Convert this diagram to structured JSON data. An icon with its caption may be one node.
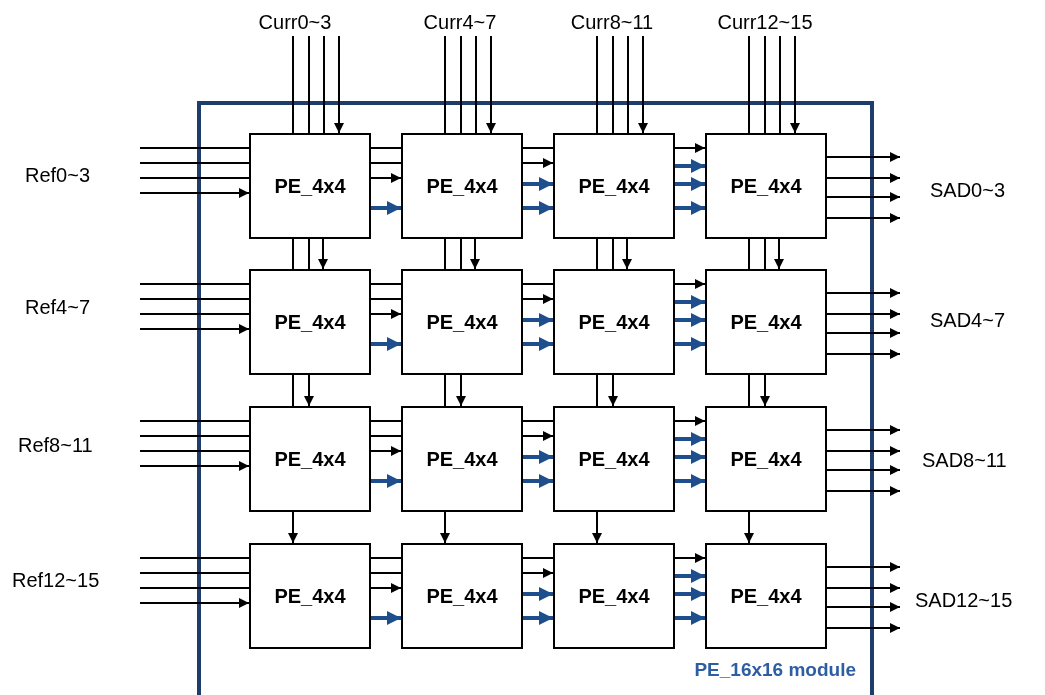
{
  "diagram": {
    "nodes": [
      {
        "text": [
          "PE_16x16 module"
        ]
      },
      {
        "text": [
          "PE_4x4"
        ],
        "in": 0
      },
      {
        "text": [
          "PE_4x4"
        ],
        "in": 0
      },
      {
        "text": [
          "PE_4x4"
        ],
        "in": 0
      },
      {
        "text": [
          "PE_4x4"
        ],
        "in": 0
      },
      {
        "text": [
          "PE_4x4"
        ],
        "in": 0
      },
      {
        "text": [
          "PE_4x4"
        ],
        "in": 0
      },
      {
        "text": [
          "PE_4x4"
        ],
        "in": 0
      },
      {
        "text": [
          "PE_4x4"
        ],
        "in": 0
      },
      {
        "text": [
          "PE_4x4"
        ],
        "in": 0
      },
      {
        "text": [
          "PE_4x4"
        ],
        "in": 0
      },
      {
        "text": [
          "PE_4x4"
        ],
        "in": 0
      },
      {
        "text": [
          "PE_4x4"
        ],
        "in": 0
      },
      {
        "text": [
          "PE_4x4"
        ],
        "in": 0
      },
      {
        "text": [
          "PE_4x4"
        ],
        "in": 0
      },
      {
        "text": [
          "PE_4x4"
        ],
        "in": 0
      },
      {
        "text": [
          "PE_4x4"
        ],
        "in": 0
      },
      {
        "text": [
          "Curr0~3"
        ]
      },
      {
        "text": [
          "Curr4~7"
        ]
      },
      {
        "text": [
          "Curr8~11"
        ]
      },
      {
        "text": [
          "Curr12~15"
        ]
      },
      {
        "text": [
          "Ref0~3"
        ]
      },
      {
        "text": [
          "Ref4~7"
        ]
      },
      {
        "text": [
          "Ref8~11"
        ]
      },
      {
        "text": [
          "Ref12~15"
        ]
      },
      {
        "text": [
          "SAD0~3"
        ]
      },
      {
        "text": [
          "SAD4~7"
        ]
      },
      {
        "text": [
          "SAD8~11"
        ]
      },
      {
        "text": [
          "SAD12~15"
        ]
      }
    ],
    "edges": [
      {
        "from": 17,
        "to": 1,
        "arrow": "none"
      },
      {
        "from": 17,
        "to": 1,
        "arrow": "none"
      },
      {
        "from": 17,
        "to": 1,
        "arrow": "none"
      },
      {
        "from": 17,
        "to": 1,
        "arrow": "to"
      },
      {
        "from": 18,
        "to": 2,
        "arrow": "none"
      },
      {
        "from": 18,
        "to": 2,
        "arrow": "none"
      },
      {
        "from": 18,
        "to": 2,
        "arrow": "none"
      },
      {
        "from": 18,
        "to": 2,
        "arrow": "to"
      },
      {
        "from": 19,
        "to": 3,
        "arrow": "none"
      },
      {
        "from": 19,
        "to": 3,
        "arrow": "none"
      },
      {
        "from": 19,
        "to": 3,
        "arrow": "none"
      },
      {
        "from": 19,
        "to": 3,
        "arrow": "to"
      },
      {
        "from": 20,
        "to": 4,
        "arrow": "none"
      },
      {
        "from": 20,
        "to": 4,
        "arrow": "none"
      },
      {
        "from": 20,
        "to": 4,
        "arrow": "none"
      },
      {
        "from": 20,
        "to": 4,
        "arrow": "to"
      },
      {
        "from": 21,
        "to": 1,
        "arrow": "none"
      },
      {
        "from": 21,
        "to": 1,
        "arrow": "none"
      },
      {
        "from": 21,
        "to": 1,
        "arrow": "none"
      },
      {
        "from": 21,
        "to": 1,
        "arrow": "to"
      },
      {
        "from": 22,
        "to": 5,
        "arrow": "none"
      },
      {
        "from": 22,
        "to": 5,
        "arrow": "none"
      },
      {
        "from": 22,
        "to": 5,
        "arrow": "none"
      },
      {
        "from": 22,
        "to": 5,
        "arrow": "to"
      },
      {
        "from": 23,
        "to": 9,
        "arrow": "none"
      },
      {
        "from": 23,
        "to": 9,
        "arrow": "none"
      },
      {
        "from": 23,
        "to": 9,
        "arrow": "none"
      },
      {
        "from": 23,
        "to": 9,
        "arrow": "to"
      },
      {
        "from": 24,
        "to": 13,
        "arrow": "none"
      },
      {
        "from": 24,
        "to": 13,
        "arrow": "none"
      },
      {
        "from": 24,
        "to": 13,
        "arrow": "none"
      },
      {
        "from": 24,
        "to": 13,
        "arrow": "to"
      },
      {
        "from": 1,
        "to": 5,
        "arrow": "none"
      },
      {
        "from": 1,
        "to": 5,
        "arrow": "none"
      },
      {
        "from": 1,
        "to": 5,
        "arrow": "to"
      },
      {
        "from": 5,
        "to": 9,
        "arrow": "none"
      },
      {
        "from": 5,
        "to": 9,
        "arrow": "to"
      },
      {
        "from": 9,
        "to": 13,
        "arrow": "to"
      },
      {
        "from": 2,
        "to": 6,
        "arrow": "none"
      },
      {
        "from": 2,
        "to": 6,
        "arrow": "none"
      },
      {
        "from": 2,
        "to": 6,
        "arrow": "to"
      },
      {
        "from": 6,
        "to": 10,
        "arrow": "none"
      },
      {
        "from": 6,
        "to": 10,
        "arrow": "to"
      },
      {
        "from": 10,
        "to": 14,
        "arrow": "to"
      },
      {
        "from": 3,
        "to": 7,
        "arrow": "none"
      },
      {
        "from": 3,
        "to": 7,
        "arrow": "none"
      },
      {
        "from": 3,
        "to": 7,
        "arrow": "to"
      },
      {
        "from": 7,
        "to": 11,
        "arrow": "none"
      },
      {
        "from": 7,
        "to": 11,
        "arrow": "to"
      },
      {
        "from": 11,
        "to": 15,
        "arrow": "to"
      },
      {
        "from": 4,
        "to": 8,
        "arrow": "none"
      },
      {
        "from": 4,
        "to": 8,
        "arrow": "none"
      },
      {
        "from": 4,
        "to": 8,
        "arrow": "to"
      },
      {
        "from": 8,
        "to": 12,
        "arrow": "none"
      },
      {
        "from": 8,
        "to": 12,
        "arrow": "to"
      },
      {
        "from": 12,
        "to": 16,
        "arrow": "to"
      },
      {
        "from": 1,
        "to": 2,
        "arrow": "none"
      },
      {
        "from": 1,
        "to": 2,
        "arrow": "none"
      },
      {
        "from": 1,
        "to": 2,
        "arrow": "to"
      },
      {
        "from": 1,
        "to": 2,
        "arrow": "to",
        "style": "thick",
        "color": "#1f4e8c"
      },
      {
        "from": 2,
        "to": 3,
        "arrow": "none"
      },
      {
        "from": 2,
        "to": 3,
        "arrow": "to"
      },
      {
        "from": 2,
        "to": 3,
        "arrow": "to",
        "style": "thick",
        "color": "#1f4e8c"
      },
      {
        "from": 2,
        "to": 3,
        "arrow": "to",
        "style": "thick",
        "color": "#1f4e8c"
      },
      {
        "from": 3,
        "to": 4,
        "arrow": "to"
      },
      {
        "from": 3,
        "to": 4,
        "arrow": "to",
        "style": "thick",
        "color": "#1f4e8c"
      },
      {
        "from": 3,
        "to": 4,
        "arrow": "to",
        "style": "thick",
        "color": "#1f4e8c"
      },
      {
        "from": 3,
        "to": 4,
        "arrow": "to",
        "style": "thick",
        "color": "#1f4e8c"
      },
      {
        "from": 5,
        "to": 6,
        "arrow": "none"
      },
      {
        "from": 5,
        "to": 6,
        "arrow": "none"
      },
      {
        "from": 5,
        "to": 6,
        "arrow": "to"
      },
      {
        "from": 5,
        "to": 6,
        "arrow": "to",
        "style": "thick",
        "color": "#1f4e8c"
      },
      {
        "from": 6,
        "to": 7,
        "arrow": "none"
      },
      {
        "from": 6,
        "to": 7,
        "arrow": "to"
      },
      {
        "from": 6,
        "to": 7,
        "arrow": "to",
        "style": "thick",
        "color": "#1f4e8c"
      },
      {
        "from": 6,
        "to": 7,
        "arrow": "to",
        "style": "thick",
        "color": "#1f4e8c"
      },
      {
        "from": 7,
        "to": 8,
        "arrow": "to"
      },
      {
        "from": 7,
        "to": 8,
        "arrow": "to",
        "style": "thick",
        "color": "#1f4e8c"
      },
      {
        "from": 7,
        "to": 8,
        "arrow": "to",
        "style": "thick",
        "color": "#1f4e8c"
      },
      {
        "from": 7,
        "to": 8,
        "arrow": "to",
        "style": "thick",
        "color": "#1f4e8c"
      },
      {
        "from": 9,
        "to": 10,
        "arrow": "none"
      },
      {
        "from": 9,
        "to": 10,
        "arrow": "none"
      },
      {
        "from": 9,
        "to": 10,
        "arrow": "to"
      },
      {
        "from": 9,
        "to": 10,
        "arrow": "to",
        "style": "thick",
        "color": "#1f4e8c"
      },
      {
        "from": 10,
        "to": 11,
        "arrow": "none"
      },
      {
        "from": 10,
        "to": 11,
        "arrow": "to"
      },
      {
        "from": 10,
        "to": 11,
        "arrow": "to",
        "style": "thick",
        "color": "#1f4e8c"
      },
      {
        "from": 10,
        "to": 11,
        "arrow": "to",
        "style": "thick",
        "color": "#1f4e8c"
      },
      {
        "from": 11,
        "to": 12,
        "arrow": "to"
      },
      {
        "from": 11,
        "to": 12,
        "arrow": "to",
        "style": "thick",
        "color": "#1f4e8c"
      },
      {
        "from": 11,
        "to": 12,
        "arrow": "to",
        "style": "thick",
        "color": "#1f4e8c"
      },
      {
        "from": 11,
        "to": 12,
        "arrow": "to",
        "style": "thick",
        "color": "#1f4e8c"
      },
      {
        "from": 13,
        "to": 14,
        "arrow": "none"
      },
      {
        "from": 13,
        "to": 14,
        "arrow": "none"
      },
      {
        "from": 13,
        "to": 14,
        "arrow": "to"
      },
      {
        "from": 13,
        "to": 14,
        "arrow": "to",
        "style": "thick",
        "color": "#1f4e8c"
      },
      {
        "from": 14,
        "to": 15,
        "arrow": "none"
      },
      {
        "from": 14,
        "to": 15,
        "arrow": "to"
      },
      {
        "from": 14,
        "to": 15,
        "arrow": "to",
        "style": "thick",
        "color": "#1f4e8c"
      },
      {
        "from": 14,
        "to": 15,
        "arrow": "to",
        "style": "thick",
        "color": "#1f4e8c"
      },
      {
        "from": 15,
        "to": 16,
        "arrow": "to"
      },
      {
        "from": 15,
        "to": 16,
        "arrow": "to",
        "style": "thick",
        "color": "#1f4e8c"
      },
      {
        "from": 15,
        "to": 16,
        "arrow": "to",
        "style": "thick",
        "color": "#1f4e8c"
      },
      {
        "from": 15,
        "to": 16,
        "arrow": "to",
        "style": "thick",
        "color": "#1f4e8c"
      },
      {
        "from": 4,
        "to": 25,
        "arrow": "to"
      },
      {
        "from": 4,
        "to": 25,
        "arrow": "to"
      },
      {
        "from": 4,
        "to": 25,
        "arrow": "to"
      },
      {
        "from": 4,
        "to": 25,
        "arrow": "to"
      },
      {
        "from": 8,
        "to": 26,
        "arrow": "to"
      },
      {
        "from": 8,
        "to": 26,
        "arrow": "to"
      },
      {
        "from": 8,
        "to": 26,
        "arrow": "to"
      },
      {
        "from": 8,
        "to": 26,
        "arrow": "to"
      },
      {
        "from": 12,
        "to": 27,
        "arrow": "to"
      },
      {
        "from": 12,
        "to": 27,
        "arrow": "to"
      },
      {
        "from": 12,
        "to": 27,
        "arrow": "to"
      },
      {
        "from": 12,
        "to": 27,
        "arrow": "to"
      },
      {
        "from": 16,
        "to": 28,
        "arrow": "to"
      },
      {
        "from": 16,
        "to": 28,
        "arrow": "to"
      },
      {
        "from": 16,
        "to": 28,
        "arrow": "to"
      },
      {
        "from": 16,
        "to": 28,
        "arrow": "to"
      }
    ]
  }
}
